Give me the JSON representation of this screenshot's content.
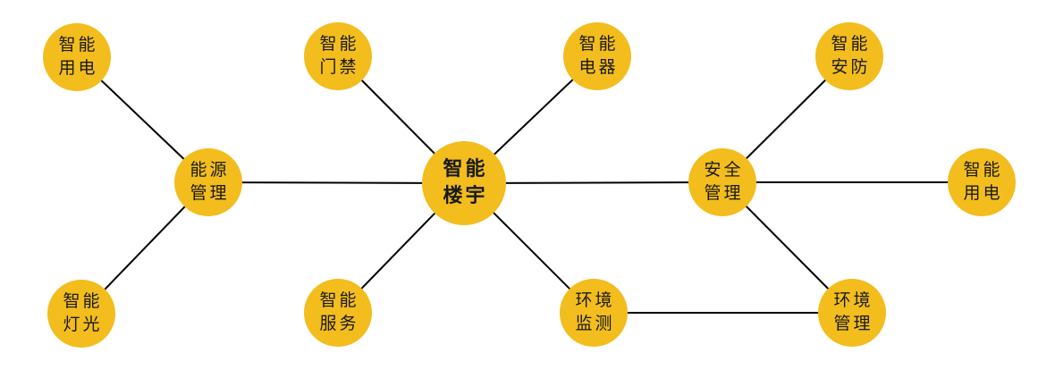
{
  "theme": {
    "node_color": "#F2BD1D",
    "line_color": "#000000"
  },
  "nodes": {
    "center": {
      "line1": "智能",
      "line2": "楼宇"
    },
    "energy_mgmt": {
      "line1": "能源",
      "line2": "管理"
    },
    "smart_power_l": {
      "line1": "智能",
      "line2": "用电"
    },
    "smart_light": {
      "line1": "智能",
      "line2": "灯光"
    },
    "smart_door": {
      "line1": "智能",
      "line2": "门禁"
    },
    "smart_appl": {
      "line1": "智能",
      "line2": "电器"
    },
    "smart_service": {
      "line1": "智能",
      "line2": "服务"
    },
    "env_monitor": {
      "line1": "环境",
      "line2": "监测"
    },
    "security_mgmt": {
      "line1": "安全",
      "line2": "管理"
    },
    "smart_security": {
      "line1": "智能",
      "line2": "安防"
    },
    "smart_power_r": {
      "line1": "智能",
      "line2": "用电"
    },
    "env_mgmt": {
      "line1": "环境",
      "line2": "管理"
    }
  },
  "edges": [
    [
      "center",
      "energy_mgmt"
    ],
    [
      "center",
      "security_mgmt"
    ],
    [
      "center",
      "smart_door"
    ],
    [
      "center",
      "smart_appl"
    ],
    [
      "center",
      "smart_service"
    ],
    [
      "center",
      "env_monitor"
    ],
    [
      "energy_mgmt",
      "smart_power_l"
    ],
    [
      "energy_mgmt",
      "smart_light"
    ],
    [
      "security_mgmt",
      "smart_security"
    ],
    [
      "security_mgmt",
      "smart_power_r"
    ],
    [
      "security_mgmt",
      "env_mgmt"
    ],
    [
      "env_monitor",
      "env_mgmt"
    ]
  ]
}
